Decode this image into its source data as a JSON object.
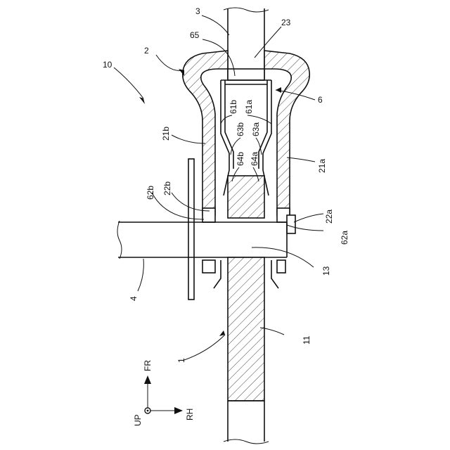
{
  "labels": {
    "l10": "10",
    "l2": "2",
    "l3": "3",
    "l65": "65",
    "l23": "23",
    "l6": "6",
    "l61b": "61b",
    "l61a": "61a",
    "l21b": "21b",
    "l63b": "63b",
    "l63a": "63a",
    "l64b": "64b",
    "l64a": "64a",
    "l21a": "21a",
    "l62b": "62b",
    "l22b": "22b",
    "l22a": "22a",
    "l62a": "62a",
    "l13": "13",
    "l4": "4",
    "l11": "11",
    "l1": "1"
  },
  "axes": {
    "fr": "FR",
    "rh": "RH",
    "up": "UP"
  }
}
